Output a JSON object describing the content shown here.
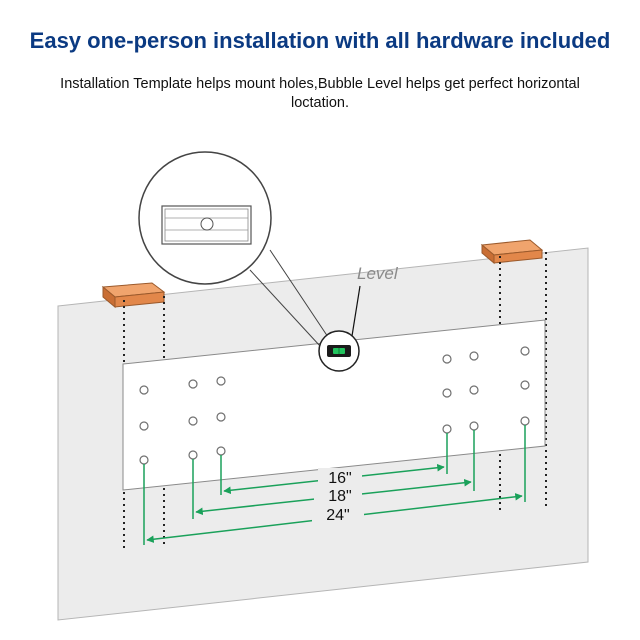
{
  "header": {
    "title": "Easy one-person installation with all hardware included",
    "subtitle": "Installation Template helps mount holes,Bubble Level helps get perfect horizontal loctation."
  },
  "callout": {
    "level_label": "Level"
  },
  "dimensions": {
    "d16": "16\"",
    "d18": "18\"",
    "d24": "24\""
  },
  "colors": {
    "title": "#0b3a82",
    "wood": "#e2874a",
    "measure": "#1aa15a",
    "bubble": "#22c55e",
    "wall": "#ececec"
  },
  "icons": {
    "level": "bubble-level-icon",
    "template": "mounting-template-icon"
  }
}
